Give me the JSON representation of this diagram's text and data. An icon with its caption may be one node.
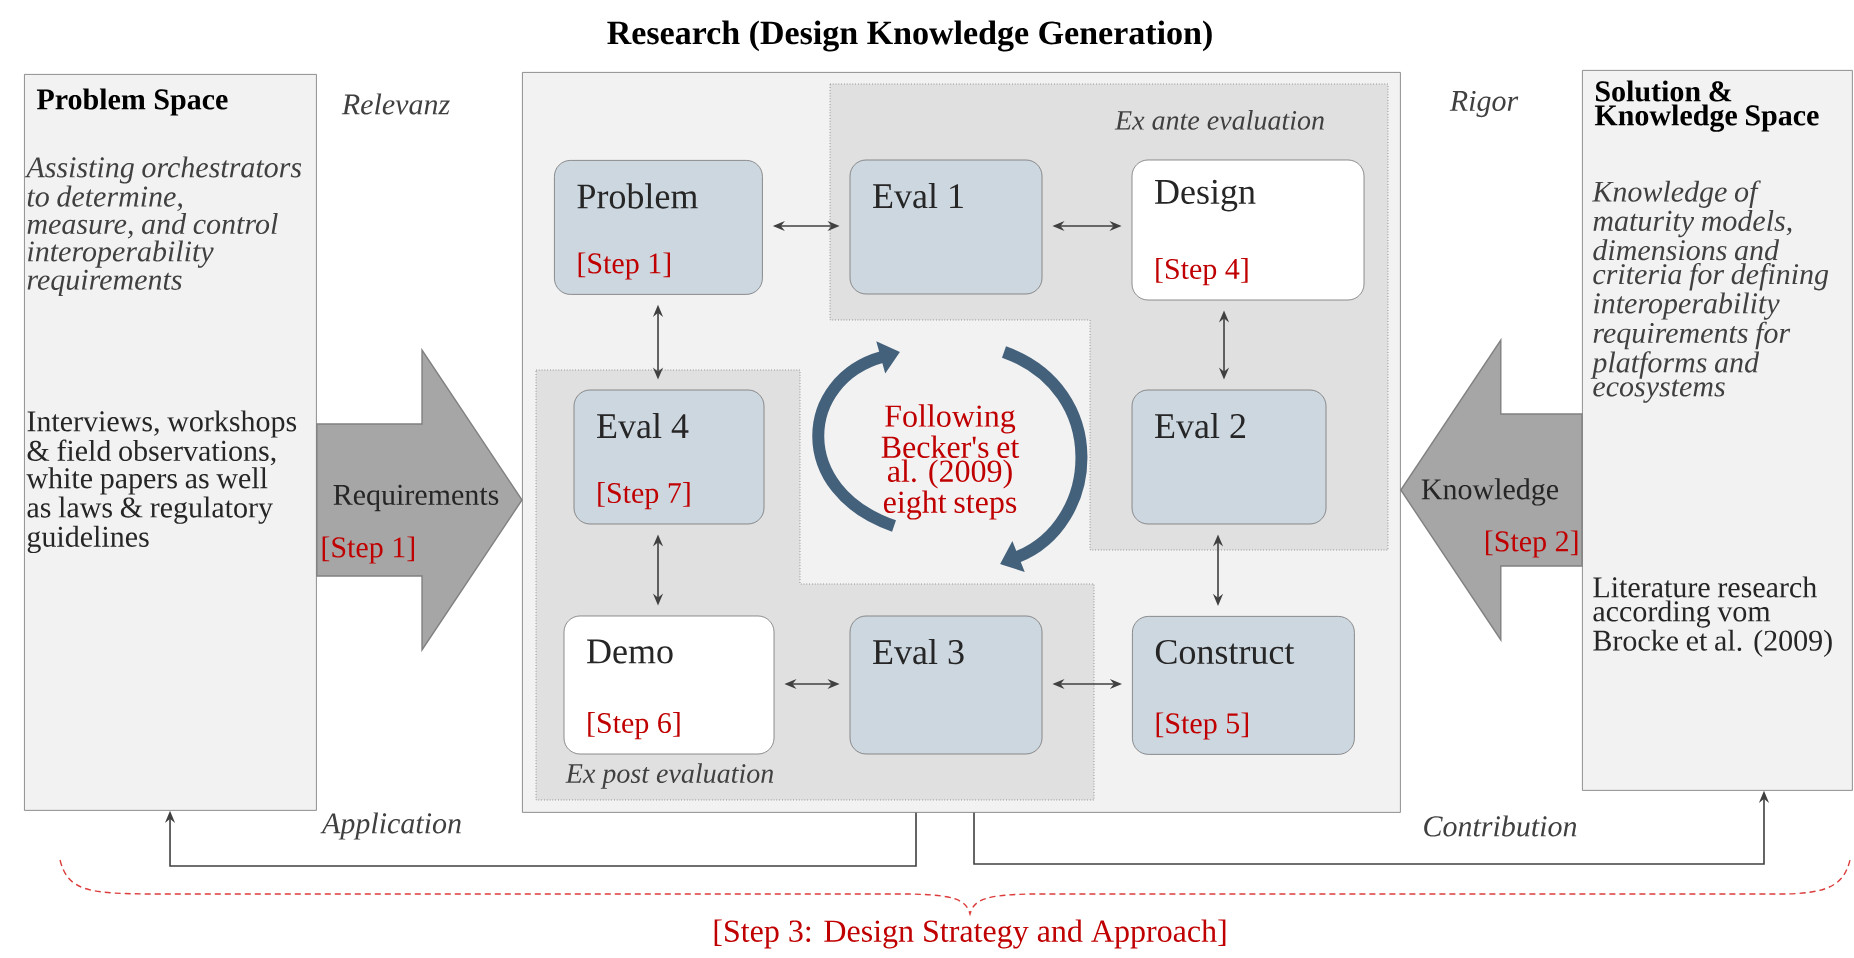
{
  "diagram": {
    "nodes": [
      {
        "text": [
          "Problem Space",
          "Assisting orchestrators to determine, measure, and control interoperability requirements",
          "Interviews, workshops & field observations, white papers as well as laws & regulatory guidelines"
        ]
      },
      {
        "text": [
          "Research (Design Knowledge Generation)"
        ]
      },
      {
        "text": [
          "Ex ante evaluation"
        ],
        "in": 1
      },
      {
        "text": [
          "Ex post evaluation"
        ],
        "in": 1
      },
      {
        "text": [
          "Problem",
          "[Step 1]"
        ],
        "in": 1
      },
      {
        "text": [
          "Eval 1"
        ],
        "in": 2
      },
      {
        "text": [
          "Design",
          "[Step 4]"
        ],
        "in": 2
      },
      {
        "text": [
          "Eval 2"
        ],
        "in": 2
      },
      {
        "text": [
          "Eval 4",
          "[Step 7]"
        ],
        "in": 3
      },
      {
        "text": [
          "Demo",
          "[Step 6]"
        ],
        "in": 3
      },
      {
        "text": [
          "Eval 3"
        ],
        "in": 3
      },
      {
        "text": [
          "Construct",
          "[Step 5]"
        ],
        "in": 1
      },
      {
        "text": [
          "Solution & Knowledge Space",
          "Knowledge of maturity models, dimensions and criteria for defining interoperability requirements for platforms and ecosystems",
          "Literature research according vom Brocke et al. (2009)"
        ]
      }
    ],
    "edges": [
      {
        "from": 4,
        "to": 5,
        "arrow": "both"
      },
      {
        "from": 5,
        "to": 6,
        "arrow": "both"
      },
      {
        "from": 6,
        "to": 7,
        "arrow": "both"
      },
      {
        "from": 7,
        "to": 11,
        "arrow": "both"
      },
      {
        "from": 11,
        "to": 10,
        "arrow": "both"
      },
      {
        "from": 10,
        "to": 9,
        "arrow": "both"
      },
      {
        "from": 9,
        "to": 8,
        "arrow": "both"
      },
      {
        "from": 8,
        "to": 4,
        "arrow": "both"
      },
      {
        "from": 0,
        "to": 1,
        "arrow": "to",
        "style": "thick",
        "color": "#a6a6a6",
        "label": "Requirements"
      },
      {
        "from": 12,
        "to": 1,
        "arrow": "to",
        "style": "thick",
        "color": "#a6a6a6",
        "label": "Knowledge"
      },
      {
        "from": 1,
        "to": 0,
        "arrow": "to",
        "label": "Application"
      },
      {
        "from": 1,
        "to": 12,
        "arrow": "to",
        "label": "Contribution"
      }
    ],
    "labels": [
      "Relevanz",
      "Rigor",
      "[Step 1]",
      "[Step 2]",
      "Following Becker's et al. (2009) eight steps",
      "[Step 3: Design Strategy and Approach]"
    ]
  }
}
